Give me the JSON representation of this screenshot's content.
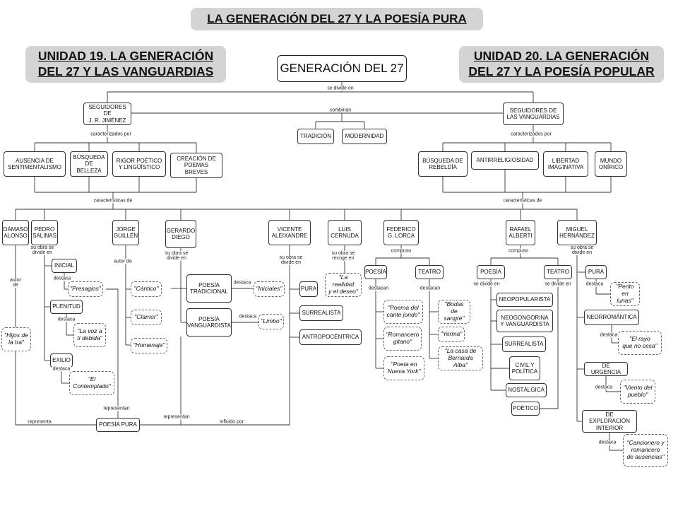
{
  "banners": {
    "top": "LA GENERACIÓN DEL 27 Y LA POESÍA PURA",
    "left": "UNIDAD 19. LA GENERACIÓN\nDEL 27 Y LAS VANGUARDIAS",
    "right": "UNIDAD 20. LA GENERACIÓN\nDEL 27 Y LA POESÍA POPULAR"
  },
  "nodes": {
    "root": "GENERACIÓN DEL 27",
    "jimenez": "SEGUIDORES DE\nJ. R. JIMÉNEZ",
    "vanguardias": "SEGUIDORES DE\nLAS VANGUARDIAS",
    "tradicion": "TRADICIÓN",
    "modernidad": "MODERNIDAD",
    "ausencia": "AUSENCIA DE\nSENTIMENTALISMO",
    "busq_belleza": "BÚSQUEDA\nDE BELLEZA",
    "rigor": "RIGOR POÉTICO\nY LINGÜÍSTICO",
    "creacion": "CREACIÓN DE\nPOEMAS BREVES",
    "busq_rebeldia": "BÚSQUEDA DE\nREBELDÍA",
    "antirreligiosidad": "ANTIRRELIGIOSIDAD",
    "libertad": "LIBERTAD\nIMAGINATIVA",
    "mundo_onirico": "MUNDO\nONÍRICO",
    "damaso": "DÁMASO\nALONSO",
    "pedro": "PEDRO\nSALINAS",
    "jorge": "JORGE\nGUILLÉN",
    "gerardo": "GERARDO\nDIEGO",
    "vicente": "VICENTE\nALEIXANDRE",
    "luis": "LUIS\nCERNUDA",
    "federico": "FEDERICO\nG. LORCA",
    "rafael": "RAFAEL\nALBERTI",
    "miguel": "MIGUEL\nHERNÁNDEZ",
    "inicial": "INICIAL",
    "presagios": "\"Presagios\"",
    "plenitud": "PLENITUD",
    "voz_debida": "\"La voz a\nti debida\"",
    "exilio": "EXILIO",
    "contemplado": "\"El\nContemplado\"",
    "hijos_ira": "\"Hijos de\nla Ira\"",
    "cantico": "\"Cántico\"",
    "clamor": "\"Clamor\"",
    "homenaje": "\"Homenaje\"",
    "poesia_pura": "POESÍA PURA",
    "poesia_tradicional": "POESÍA\nTRADICIONAL",
    "poesia_vanguardista": "POESÍA\nVANGUARDISTA",
    "iniciales": "\"Iniciales\"",
    "limbo": "\"Limbo\"",
    "pura_va": "PURA",
    "surrealista_va": "SURREALISTA",
    "antropocentrica": "ANTROPOCÉNTRICA",
    "realidad_deseo": "\"La realidad\ny el deseo\"",
    "lorca_poesia": "POESÍA",
    "lorca_teatro": "TEATRO",
    "cante_jondo": "\"Poema del\ncante jondo\"",
    "romancero": "\"Romancero\ngitano\"",
    "poeta_ny": "\"Poeta en\nNueva York\"",
    "bodas": "\"Bodas de\nsangre\"",
    "yerma": "\"Yerma\"",
    "bernarda": "\"La casa de\nBernarda Alba\"",
    "alberti_poesia": "POESÍA",
    "alberti_teatro": "TEATRO",
    "neopopularista": "NEOPOPULARISTA",
    "neogongorina": "NEOGONGORINA\nY VANGUARDISTA",
    "surrealista_ra": "SURREALISTA",
    "civil_politica": "CIVIL Y\nPOLÍTICA",
    "nostalgica": "NOSTÁLGICA",
    "poetico": "POÉTICO",
    "mh_pura": "PURA",
    "perito": "\"Perito\nen lunas\"",
    "neorromantica": "NEORROMÁNTICA",
    "rayo": "\"El rayo\nque no cesa\"",
    "urgencia": "DE URGENCIA",
    "viento": "\"Viento del\npueblo\"",
    "exploracion": "DE EXPLORACIÓN\nINTERIOR",
    "cancionero": "\"Cancionero y\nromancero\nde ausencias\""
  },
  "labels": {
    "se_divide_en": "se divide en",
    "combinan": "combinan",
    "caract_left": "caracterizados por",
    "caract_right": "caracterizados por",
    "caract_de_left": "características de",
    "caract_de_right": "características de",
    "ps_obra": "su obra se\ndivide en",
    "autor_de_da": "autor\nde",
    "destaca_ini": "destaca",
    "destaca_ple": "destaca",
    "destaca_exi": "destaca",
    "autor_de_jg": "autor de",
    "gd_obra": "su obra se\ndivide en",
    "destaca_trad": "destaca",
    "destaca_vang": "destaca",
    "va_obra": "su obra se\ndivide en",
    "lc_obra": "su obra se\nrecoge en",
    "compuso_fgl": "compuso",
    "destacan_p": "destacan",
    "destacan_t": "destacan",
    "compuso_ra": "compuso",
    "se_divide_p": "se divide en",
    "se_divide_t": "se divide en",
    "mh_obra": "su obra se\ndivide en",
    "destaca_mh1": "destaca",
    "destaca_mh2": "destaca",
    "destaca_mh3": "destaca",
    "destaca_mh4": "destaca",
    "representa": "representa",
    "representan_jg": "representan",
    "representan_gd": "representan",
    "influido_por": "influido por"
  }
}
